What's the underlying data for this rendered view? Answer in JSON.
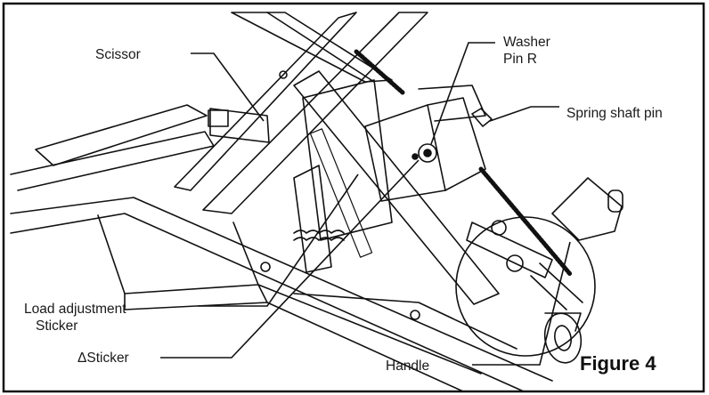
{
  "labels": {
    "scissor": "Scissor",
    "washer": "Washer",
    "pin_r": "Pin R",
    "spring_shaft_pin": "Spring shaft pin",
    "load_adjustment": "Load adjustment",
    "sticker": "Sticker",
    "delta_sticker": "ΔSticker",
    "handle": "Handle"
  },
  "figure_label": "Figure 4",
  "colors": {
    "line": "#111111",
    "hatch": "#555555",
    "background": "#ffffff"
  }
}
